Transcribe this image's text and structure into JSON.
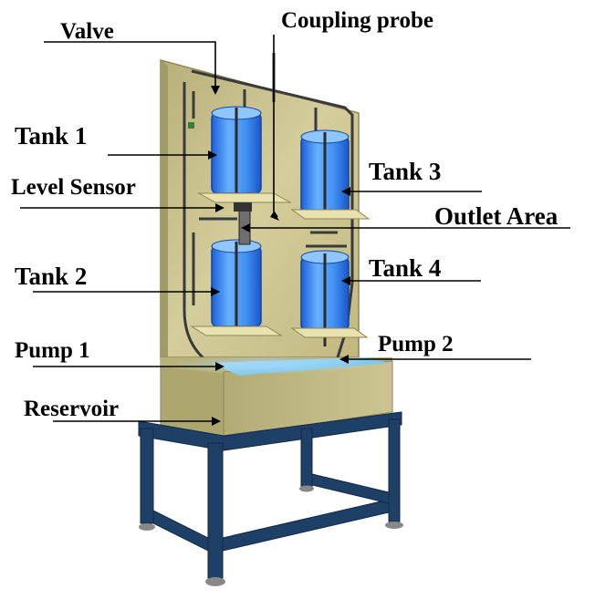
{
  "labels": {
    "valve": "Valve",
    "coupling_probe": "Coupling probe",
    "tank1": "Tank 1",
    "level_sensor": "Level Sensor",
    "tank3": "Tank 3",
    "outlet_area": "Outlet Area",
    "tank2": "Tank 2",
    "tank4": "Tank 4",
    "pump1": "Pump 1",
    "pump2": "Pump 2",
    "reservoir": "Reservoir"
  },
  "colors": {
    "panel": "#c9c28d",
    "stand": "#1e3f66",
    "tank_water": "#3d8df0",
    "reservoir_box": "#c4bc86",
    "reservoir_water": "#7fd4ff"
  }
}
